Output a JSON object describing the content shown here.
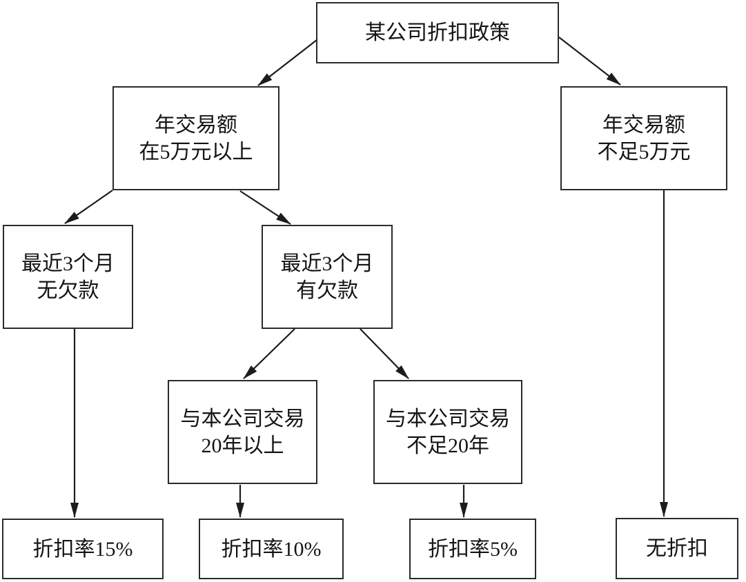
{
  "diagram": {
    "type": "flowchart",
    "title": "某公司折扣政策",
    "colors": {
      "background": "#ffffff",
      "box_border": "#2a2a2a",
      "line": "#1c1c1c",
      "text": "#141414"
    },
    "nodes": [
      {
        "id": "root",
        "label": "某公司折扣政策"
      },
      {
        "id": "high-volume",
        "label": "年交易额\n在5万元以上"
      },
      {
        "id": "low-volume",
        "label": "年交易额\n不足5万元"
      },
      {
        "id": "no-arrears",
        "label": "最近3个月\n无欠款"
      },
      {
        "id": "arrears",
        "label": "最近3个月\n有欠款"
      },
      {
        "id": "long-term",
        "label": "与本公司交易\n20年以上"
      },
      {
        "id": "short-term",
        "label": "与本公司交易\n不足20年"
      },
      {
        "id": "discount-15",
        "label": "折扣率15%"
      },
      {
        "id": "discount-10",
        "label": "折扣率10%"
      },
      {
        "id": "discount-5",
        "label": "折扣率5%"
      },
      {
        "id": "no-discount",
        "label": "无折扣"
      }
    ],
    "edges": [
      {
        "from": "root",
        "to": "high-volume"
      },
      {
        "from": "root",
        "to": "low-volume"
      },
      {
        "from": "high-volume",
        "to": "no-arrears"
      },
      {
        "from": "high-volume",
        "to": "arrears"
      },
      {
        "from": "arrears",
        "to": "long-term"
      },
      {
        "from": "arrears",
        "to": "short-term"
      },
      {
        "from": "no-arrears",
        "to": "discount-15"
      },
      {
        "from": "long-term",
        "to": "discount-10"
      },
      {
        "from": "short-term",
        "to": "discount-5"
      },
      {
        "from": "low-volume",
        "to": "no-discount"
      }
    ]
  }
}
